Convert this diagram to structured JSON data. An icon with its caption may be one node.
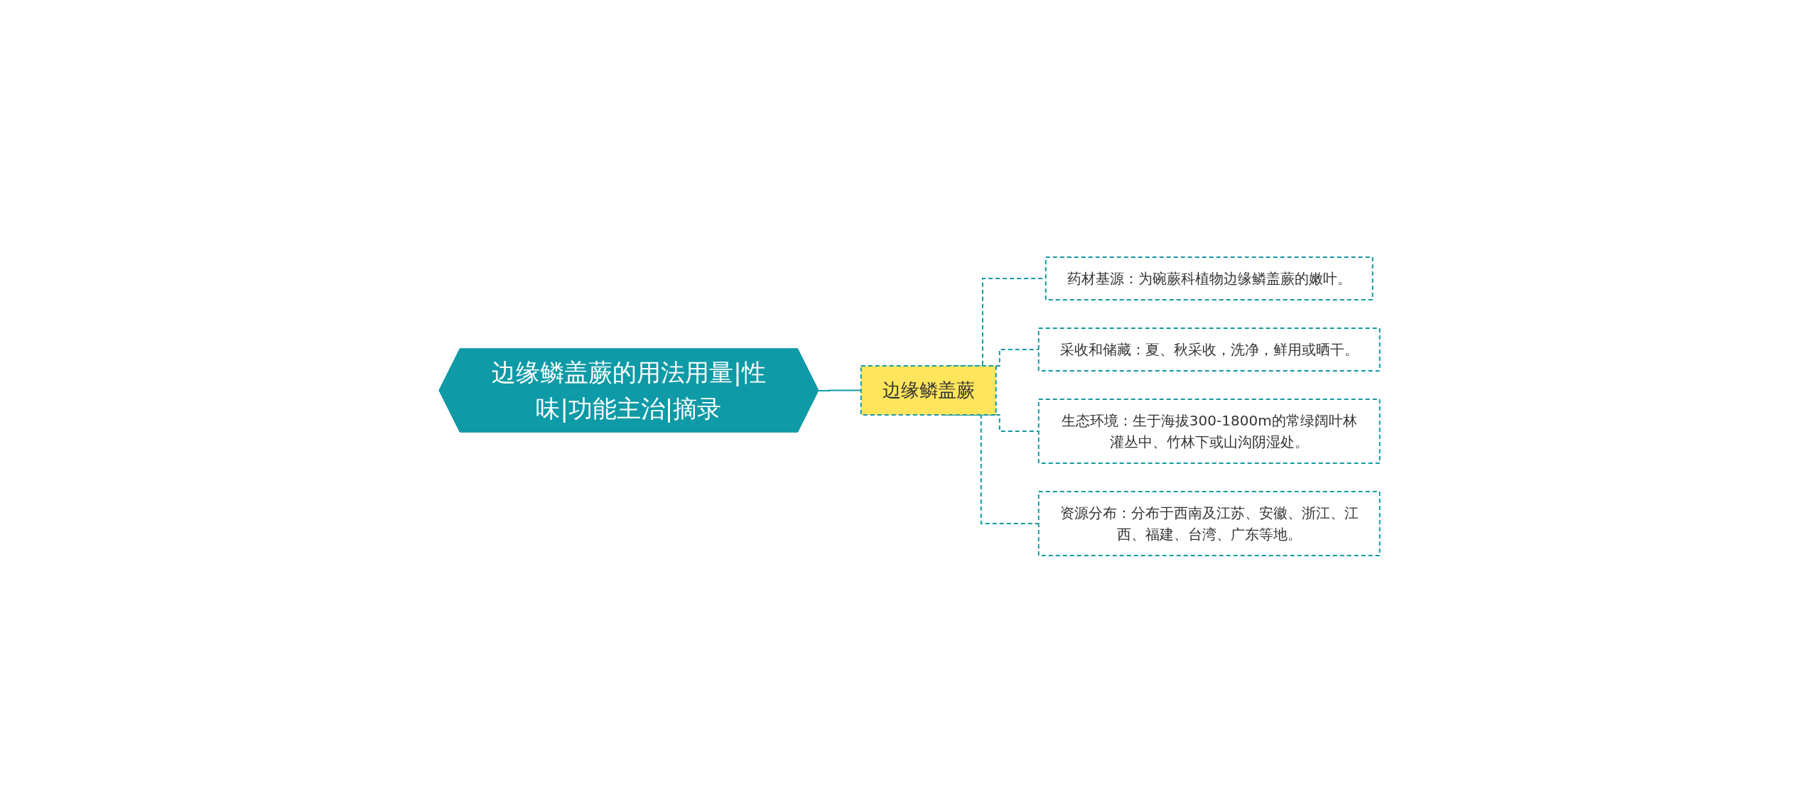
{
  "diagram": {
    "nodes": [
      {
        "text": [
          "边缘鳞盖蕨的用法用量|性味|功能主治|摘录"
        ]
      },
      {
        "text": [
          "边缘鳞盖蕨"
        ]
      },
      {
        "text": [
          "药材基源：为碗蕨科植物边缘鳞盖蕨的嫩叶。"
        ]
      },
      {
        "text": [
          "采收和储藏：夏、秋采收，洗净，鲜用或晒干。"
        ]
      },
      {
        "text": [
          "生态环境：生于海拔300-1800m的常绿阔叶林灌丛中、竹林下或山沟阴湿处。"
        ]
      },
      {
        "text": [
          "资源分布：分布于西南及江苏、安徽、浙江、江西、福建、台湾、广东等地。"
        ]
      }
    ],
    "edges": [
      {
        "from": 0,
        "to": 1,
        "arrow": "none"
      },
      {
        "from": 1,
        "to": 2,
        "arrow": "none",
        "style": "dashed"
      },
      {
        "from": 1,
        "to": 3,
        "arrow": "none",
        "style": "dashed"
      },
      {
        "from": 1,
        "to": 4,
        "arrow": "none",
        "style": "dashed"
      },
      {
        "from": 1,
        "to": 5,
        "arrow": "none",
        "style": "dashed"
      }
    ]
  }
}
